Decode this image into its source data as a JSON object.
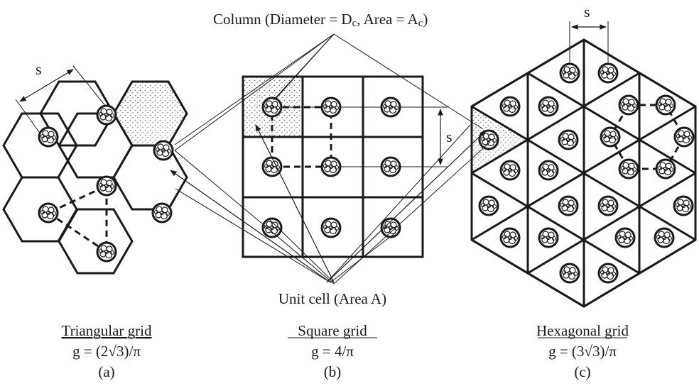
{
  "labels": {
    "column_callout": "Column (Diameter = D",
    "column_callout_sub1": "c",
    "column_callout_mid": ", Area = A",
    "column_callout_sub2": "c",
    "column_callout_end": ")",
    "unit_cell_callout": "Unit cell (Area A)",
    "spacing_symbol": "s"
  },
  "panels": [
    {
      "title": "Triangular grid",
      "formula": "g = (2√3)/π",
      "tag": "(a)"
    },
    {
      "title": "Square grid",
      "formula": "g = 4/π",
      "tag": "(b)"
    },
    {
      "title": "Hexagonal grid",
      "formula": "g = (3√3)/π",
      "tag": "(c)"
    }
  ],
  "colors": {
    "line": "#1a1a1a",
    "stipple": "#6b6b6b"
  }
}
